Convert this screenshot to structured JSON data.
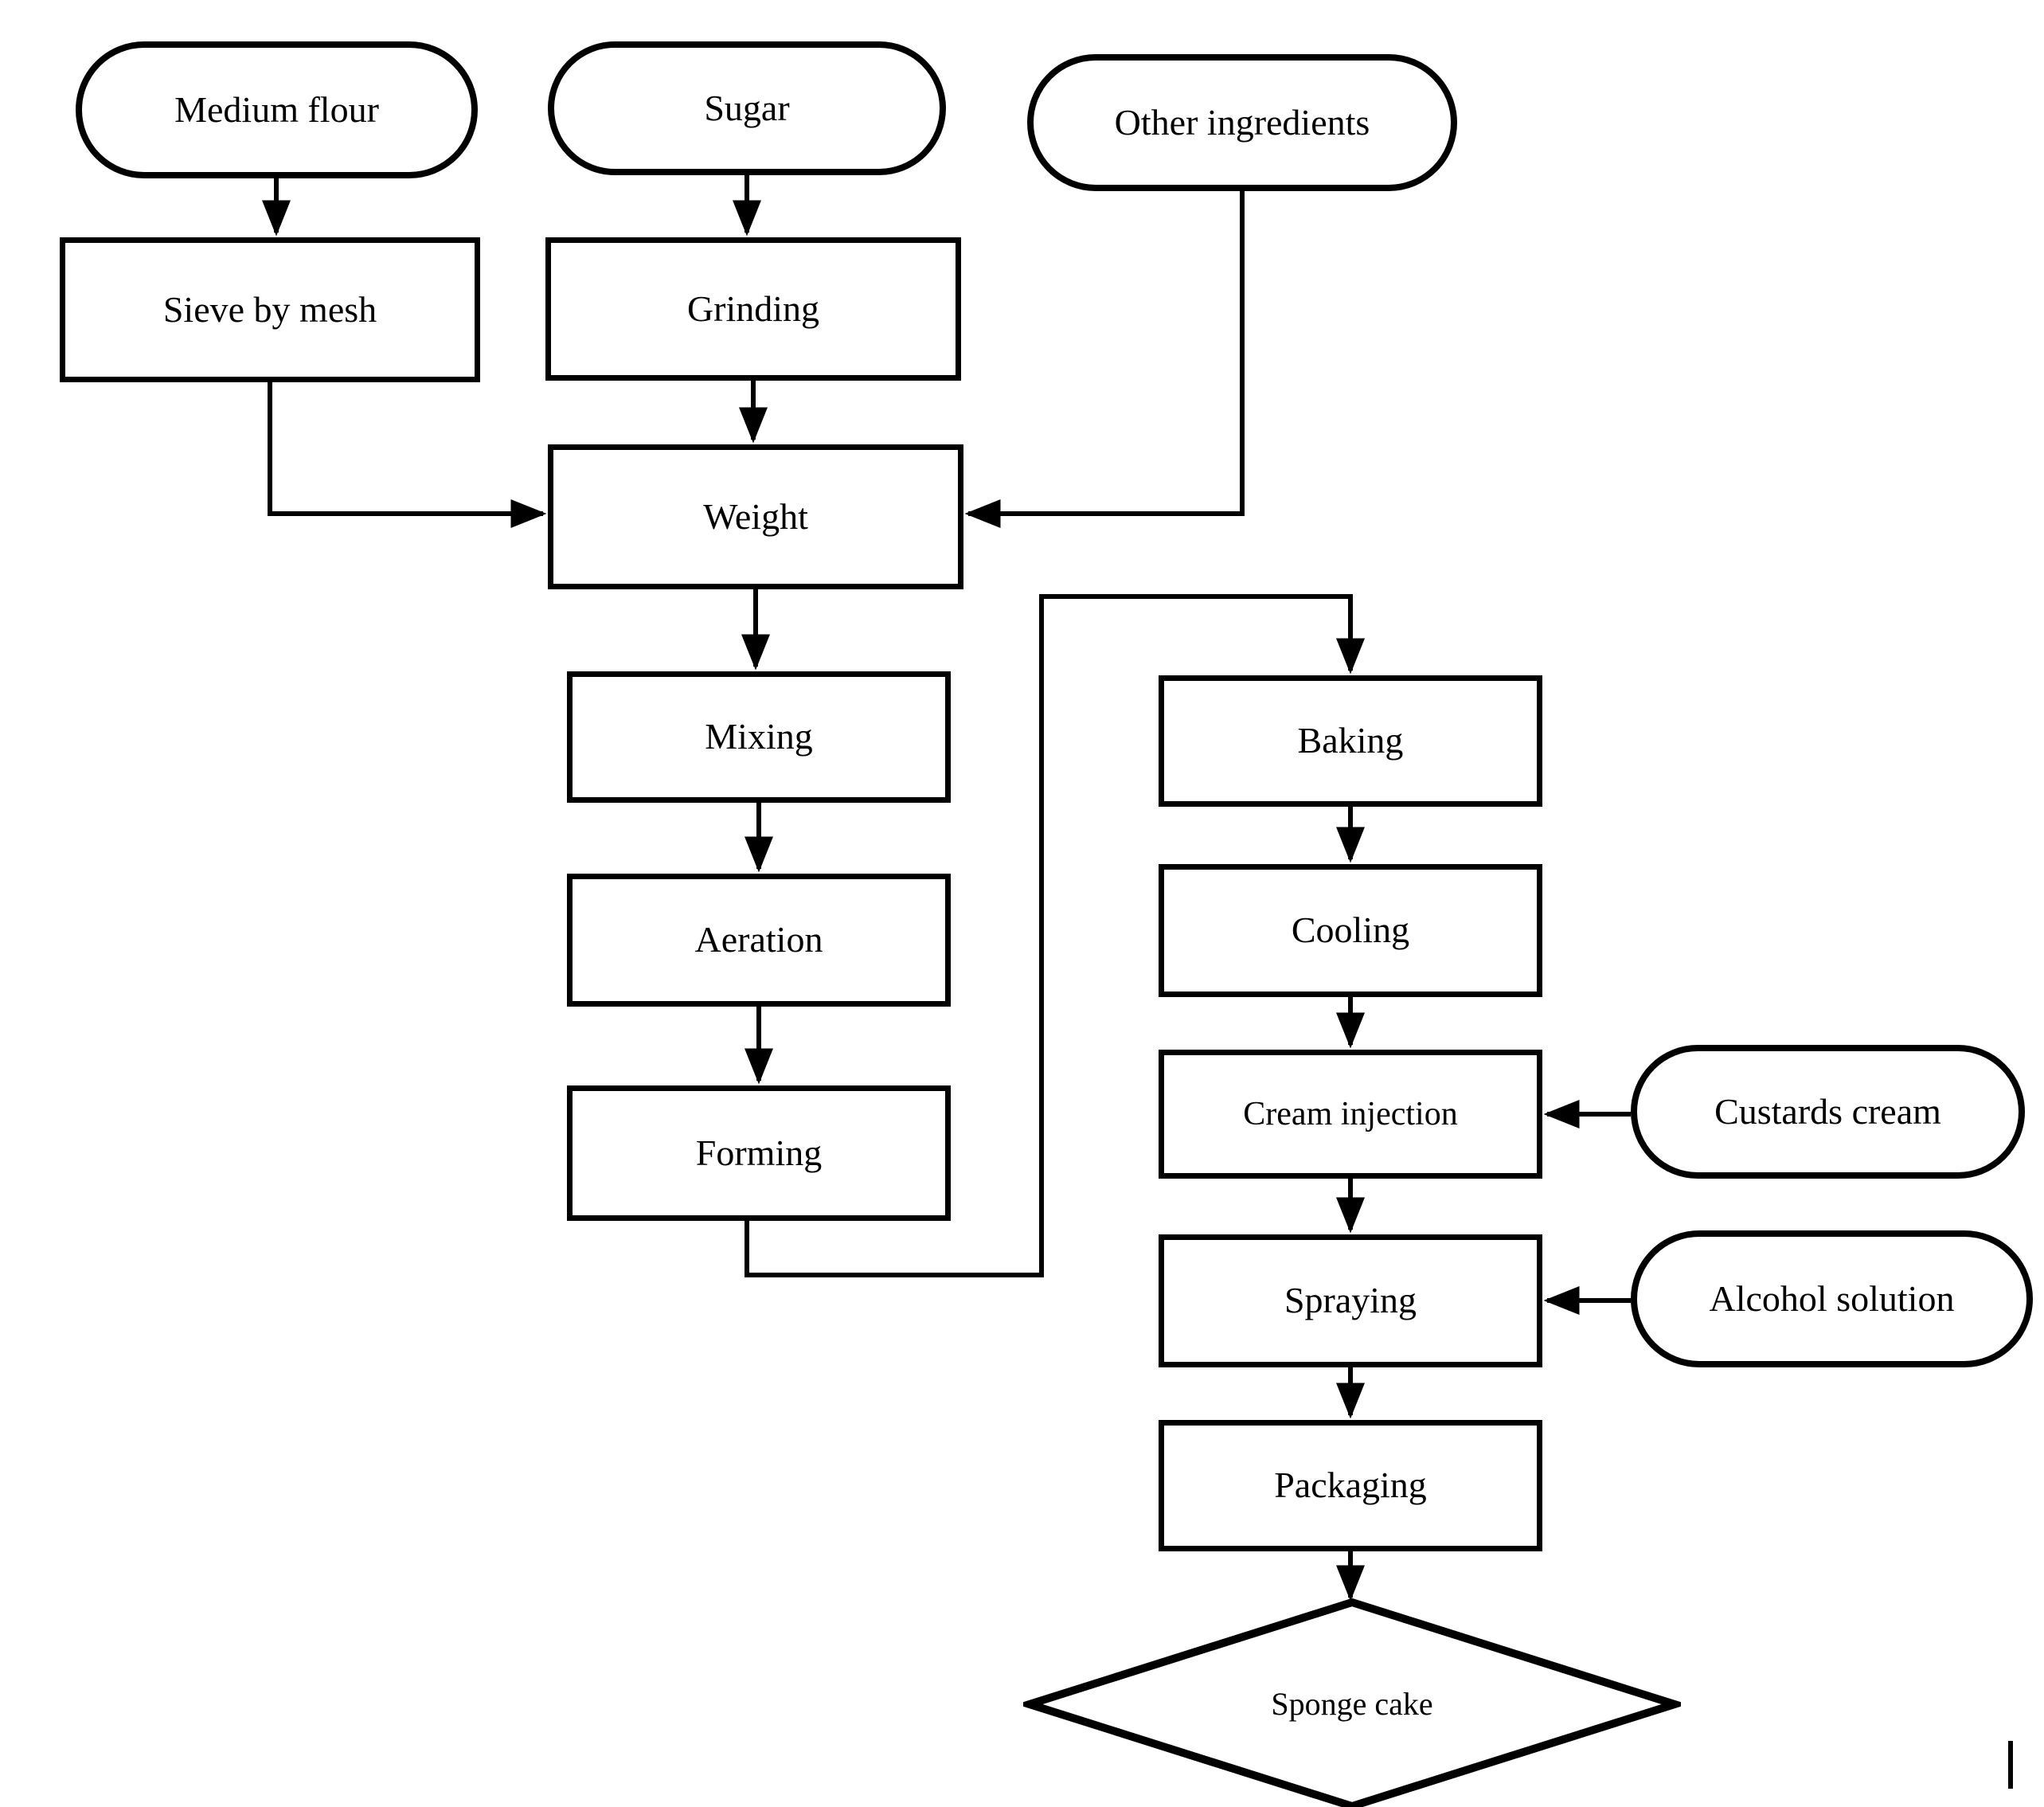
{
  "canvas": {
    "background_color": "#ffffff",
    "ink_color": "#000000"
  },
  "nodes": {
    "medium_flour": {
      "label": "Medium flour",
      "shape": "stadium"
    },
    "sugar": {
      "label": "Sugar",
      "shape": "stadium"
    },
    "other_ingredients": {
      "label": "Other ingredients",
      "shape": "stadium"
    },
    "sieve_by_mesh": {
      "label": "Sieve by mesh",
      "shape": "process"
    },
    "grinding": {
      "label": "Grinding",
      "shape": "process"
    },
    "weight": {
      "label": "Weight",
      "shape": "process"
    },
    "mixing": {
      "label": "Mixing",
      "shape": "process"
    },
    "aeration": {
      "label": "Aeration",
      "shape": "process"
    },
    "forming": {
      "label": "Forming",
      "shape": "process"
    },
    "baking": {
      "label": "Baking",
      "shape": "process"
    },
    "cooling": {
      "label": "Cooling",
      "shape": "process"
    },
    "cream_injection": {
      "label": "Cream injection",
      "shape": "process"
    },
    "custards_cream": {
      "label": "Custards cream",
      "shape": "stadium"
    },
    "spraying": {
      "label": "Spraying",
      "shape": "process"
    },
    "alcohol_solution": {
      "label": "Alcohol solution",
      "shape": "stadium"
    },
    "packaging": {
      "label": "Packaging",
      "shape": "process"
    },
    "sponge_cake": {
      "label": "Sponge cake",
      "shape": "diamond"
    }
  },
  "edges": [
    {
      "from": "medium_flour",
      "to": "sieve_by_mesh"
    },
    {
      "from": "sugar",
      "to": "grinding"
    },
    {
      "from": "grinding",
      "to": "weight"
    },
    {
      "from": "sieve_by_mesh",
      "to": "weight"
    },
    {
      "from": "other_ingredients",
      "to": "weight"
    },
    {
      "from": "weight",
      "to": "mixing"
    },
    {
      "from": "mixing",
      "to": "aeration"
    },
    {
      "from": "aeration",
      "to": "forming"
    },
    {
      "from": "forming",
      "to": "baking"
    },
    {
      "from": "baking",
      "to": "cooling"
    },
    {
      "from": "cooling",
      "to": "cream_injection"
    },
    {
      "from": "cream_injection",
      "to": "spraying"
    },
    {
      "from": "spraying",
      "to": "packaging"
    },
    {
      "from": "packaging",
      "to": "sponge_cake"
    },
    {
      "from": "custards_cream",
      "to": "cream_injection"
    },
    {
      "from": "alcohol_solution",
      "to": "spraying"
    }
  ]
}
